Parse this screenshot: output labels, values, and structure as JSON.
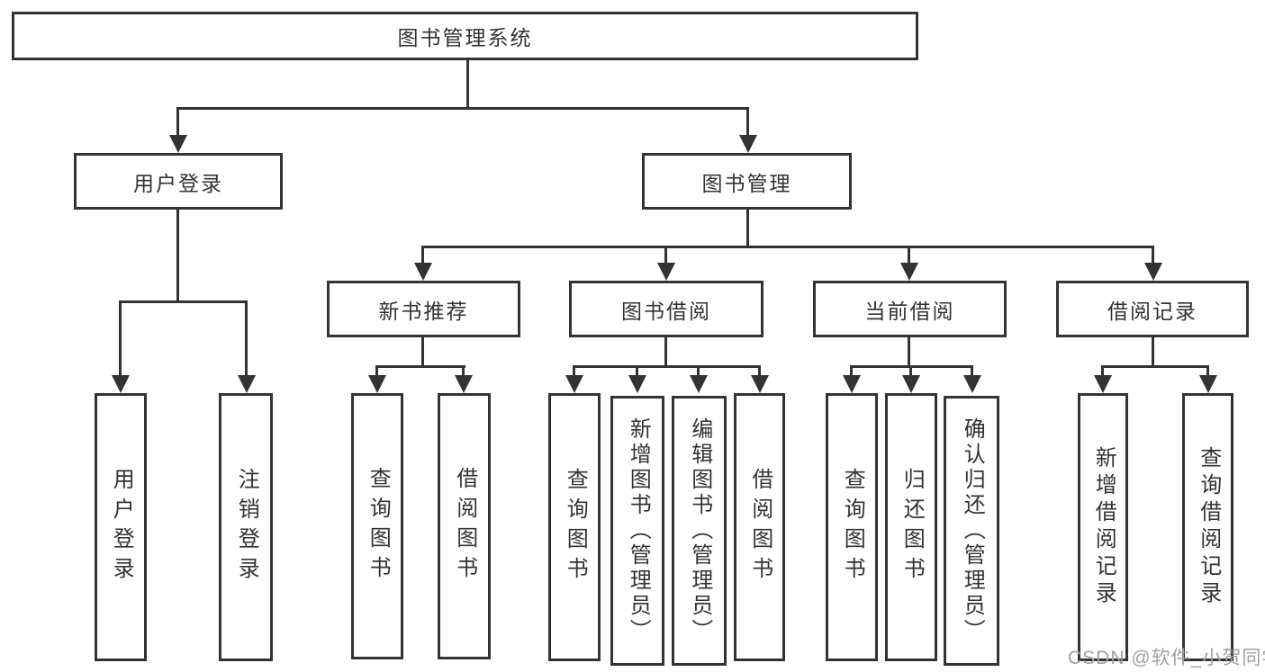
{
  "diagram": {
    "title": "图书管理系统",
    "colors": {
      "line": "#333333",
      "text": "#333333",
      "background": "#ffffff",
      "watermark": "#a0a0a0"
    },
    "tree": {
      "label": "图书管理系统",
      "children": [
        {
          "label": "用户登录",
          "children": [
            {
              "label": "用户登录"
            },
            {
              "label": "注销登录"
            }
          ]
        },
        {
          "label": "图书管理",
          "children": [
            {
              "label": "新书推荐",
              "children": [
                {
                  "label": "查询图书"
                },
                {
                  "label": "借阅图书"
                }
              ]
            },
            {
              "label": "图书借阅",
              "children": [
                {
                  "label": "查询图书"
                },
                {
                  "label": "新增图书（管理员）"
                },
                {
                  "label": "编辑图书（管理员）"
                },
                {
                  "label": "借阅图书"
                }
              ]
            },
            {
              "label": "当前借阅",
              "children": [
                {
                  "label": "查询图书"
                },
                {
                  "label": "归还图书"
                },
                {
                  "label": "确认归还（管理员）"
                }
              ]
            },
            {
              "label": "借阅记录",
              "children": [
                {
                  "label": "新增借阅记录"
                },
                {
                  "label": "查询借阅记录"
                }
              ]
            }
          ]
        }
      ]
    },
    "watermark": {
      "text": "CSDN @软件_小贺同学"
    }
  }
}
